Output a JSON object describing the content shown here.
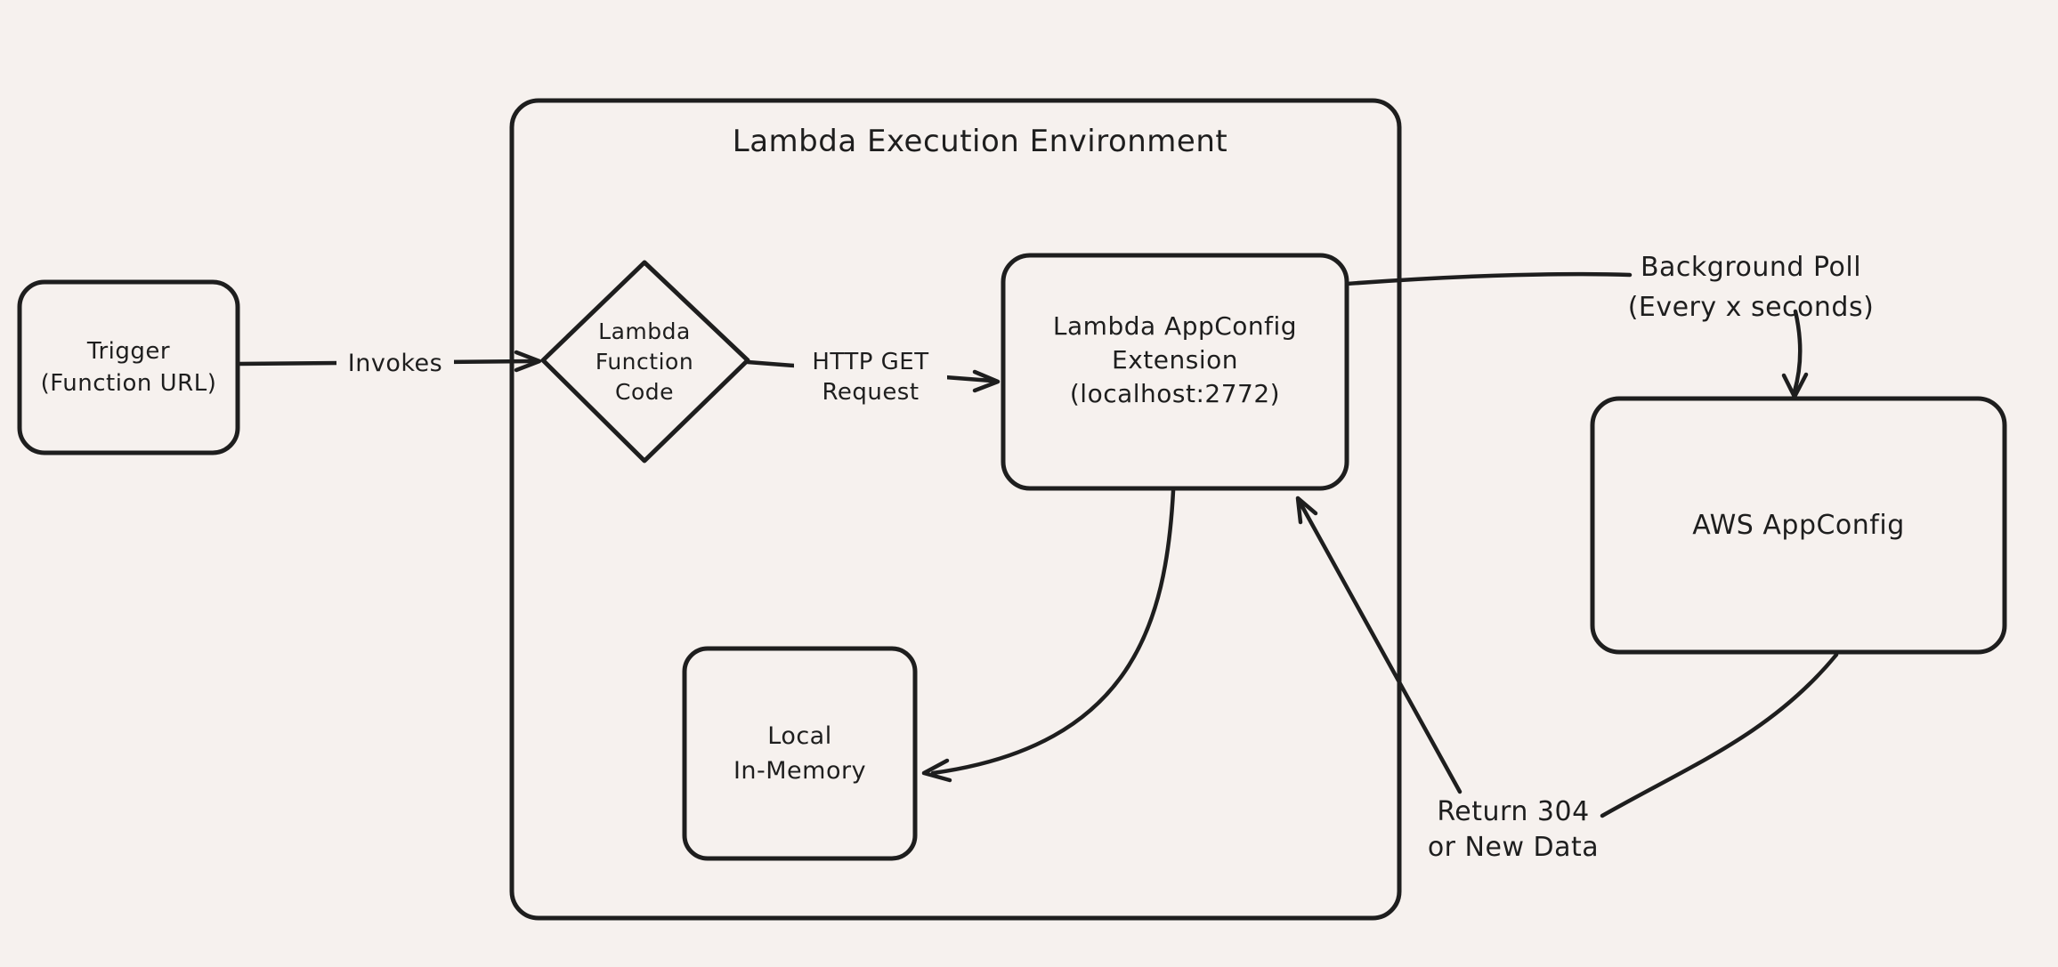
{
  "diagram": {
    "type": "flowchart",
    "style": "hand-drawn",
    "colors": {
      "background": "#f6f1ee",
      "stroke": "#1e1e1e"
    },
    "container": {
      "title": "Lambda Execution Environment"
    },
    "nodes": {
      "trigger": {
        "shape": "rounded-rect",
        "lines": [
          "Trigger",
          "(Function URL)"
        ]
      },
      "function_code": {
        "shape": "diamond",
        "lines": [
          "Lambda",
          "Function",
          "Code"
        ]
      },
      "extension": {
        "shape": "rounded-rect",
        "lines": [
          "Lambda AppConfig",
          "Extension",
          "(localhost:2772)"
        ]
      },
      "local_memory": {
        "shape": "rounded-rect",
        "lines": [
          "Local",
          "In-Memory"
        ]
      },
      "aws_appconfig": {
        "shape": "rounded-rect",
        "lines": [
          "AWS AppConfig"
        ]
      }
    },
    "labels": {
      "invokes": {
        "lines": [
          "Invokes"
        ]
      },
      "http_get": {
        "lines": [
          "HTTP GET",
          "Request"
        ]
      },
      "background_poll": {
        "lines": [
          "Background Poll",
          "(Every x seconds)"
        ]
      },
      "return_304": {
        "lines": [
          "Return 304",
          "or New Data"
        ]
      }
    },
    "edges": [
      {
        "from": "Trigger (Function URL)",
        "to": "Lambda Function Code",
        "label": "Invokes",
        "arrow": "end"
      },
      {
        "from": "Lambda Function Code",
        "to": "Lambda AppConfig Extension (localhost:2772)",
        "label": "HTTP GET Request",
        "arrow": "end"
      },
      {
        "from": "Lambda AppConfig Extension (localhost:2772)",
        "to": "AWS AppConfig",
        "label": "Background Poll (Every x seconds)",
        "arrow": "end"
      },
      {
        "from": "AWS AppConfig",
        "to": "Lambda AppConfig Extension (localhost:2772)",
        "label": "Return 304 or New Data",
        "arrow": "end"
      },
      {
        "from": "Lambda AppConfig Extension (localhost:2772)",
        "to": "Local In-Memory",
        "label": "",
        "arrow": "end"
      }
    ]
  }
}
